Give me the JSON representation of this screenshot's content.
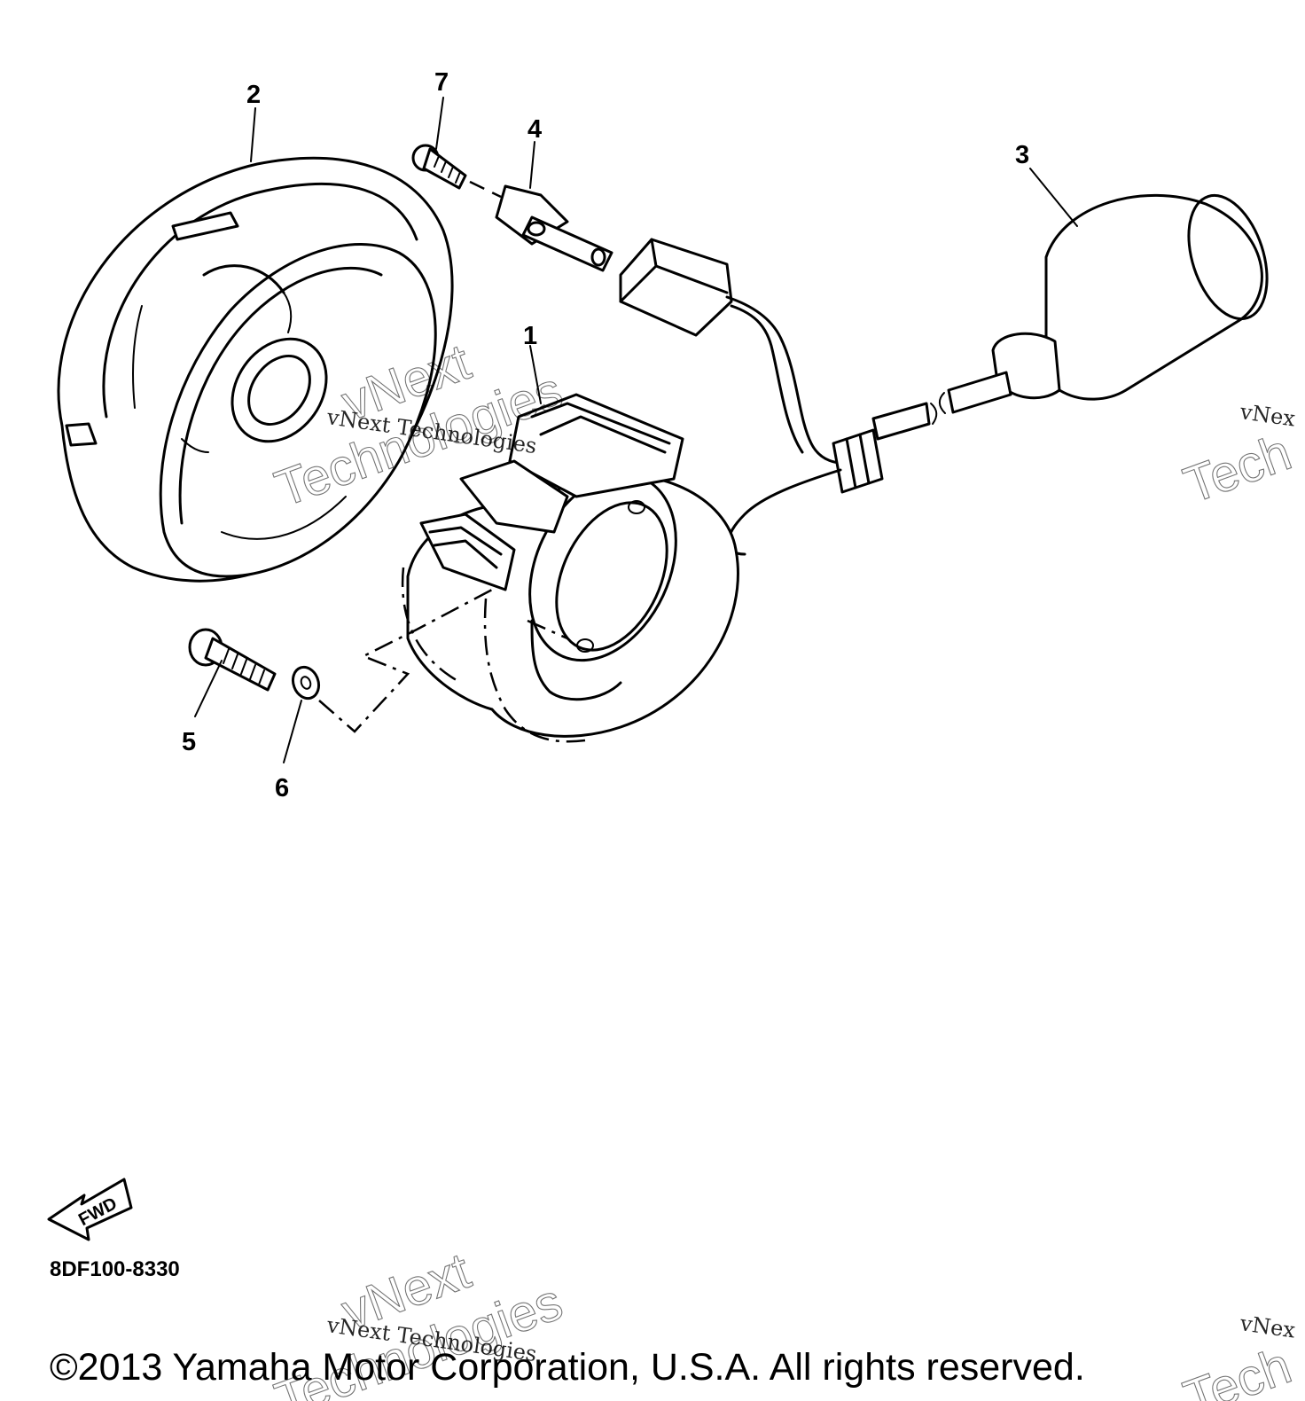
{
  "diagram": {
    "callouts": [
      "1",
      "2",
      "3",
      "4",
      "5",
      "6",
      "7"
    ],
    "fwd_label": "FWD",
    "part_code": "8DF100-8330",
    "copyright": "©2013 Yamaha Motor Corporation, U.S.A. All rights reserved.",
    "watermark_small": "vNext Technologies",
    "watermark_big_1": "vNext",
    "watermark_big_2": "Technologies",
    "watermark_partial_small": "vNex",
    "watermark_partial_big": "Tech"
  }
}
